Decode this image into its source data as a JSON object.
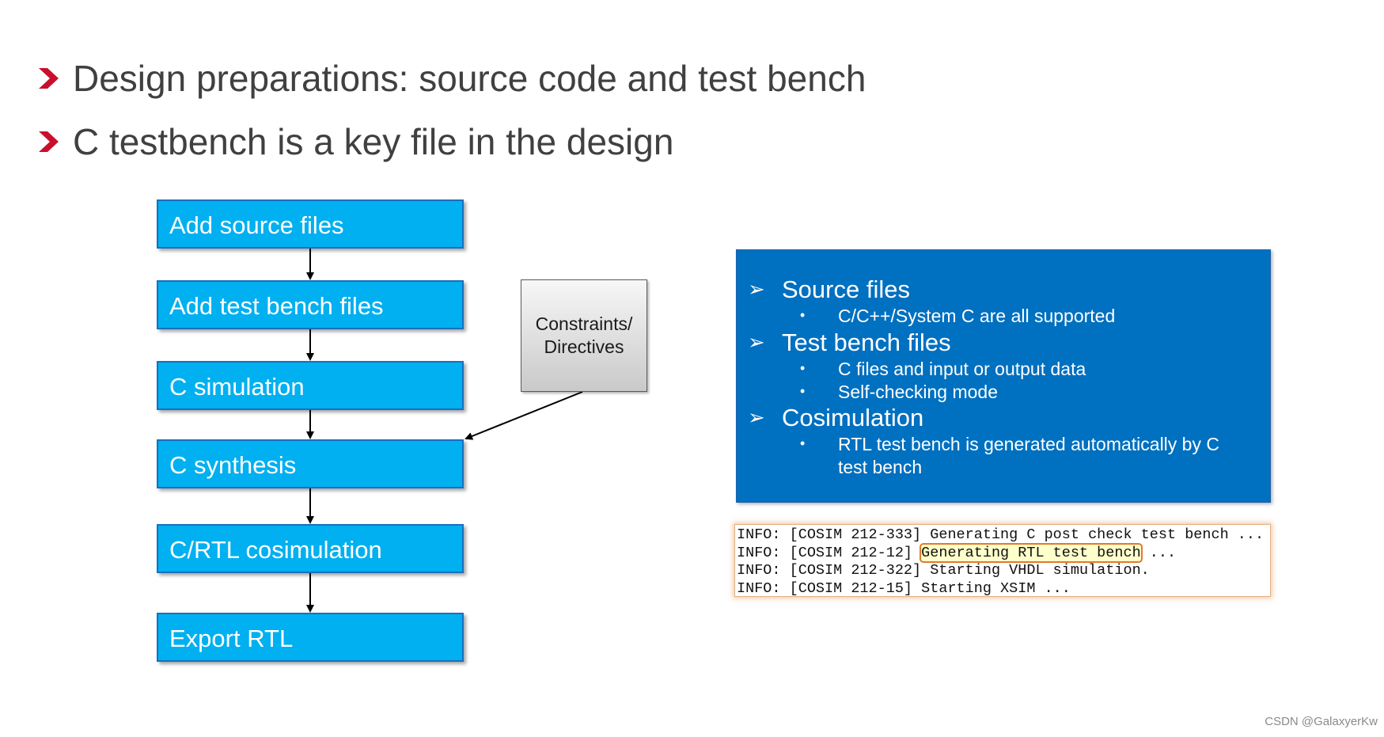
{
  "headings": [
    "Design preparations: source code and test bench",
    "C testbench is a key file in the design"
  ],
  "colors": {
    "bullet_red": "#c8102e",
    "flow_box": "#00b0f0",
    "flow_border": "#1a6fbf",
    "panel_blue": "#0070c0",
    "highlight": "#e07a2a"
  },
  "flow_steps": [
    "Add source files",
    "Add test bench files",
    "C simulation",
    "C synthesis",
    "C/RTL cosimulation",
    "Export RTL"
  ],
  "constraints": {
    "line1": "Constraints/",
    "line2": "Directives"
  },
  "info_panel": {
    "source": {
      "title": "Source files",
      "items": [
        "C/C++/System C are all supported"
      ]
    },
    "testbench": {
      "title": "Test bench files",
      "items": [
        "C files and input or output data",
        "Self-checking mode"
      ]
    },
    "cosim": {
      "title": "Cosimulation",
      "item_line1": "RTL test bench is generated automatically by C",
      "item_line2": "test bench"
    }
  },
  "log": {
    "line1": "INFO: [COSIM 212-333] Generating C post check test bench ...",
    "line2_prefix": "INFO: [COSIM 212-12] ",
    "line2_highlight": "Generating RTL test bench",
    "line2_suffix": " ...",
    "line3": "INFO: [COSIM 212-322] Starting VHDL simulation.",
    "line4": "INFO: [COSIM 212-15] Starting XSIM ..."
  },
  "watermark": "CSDN @GalaxyerKw"
}
